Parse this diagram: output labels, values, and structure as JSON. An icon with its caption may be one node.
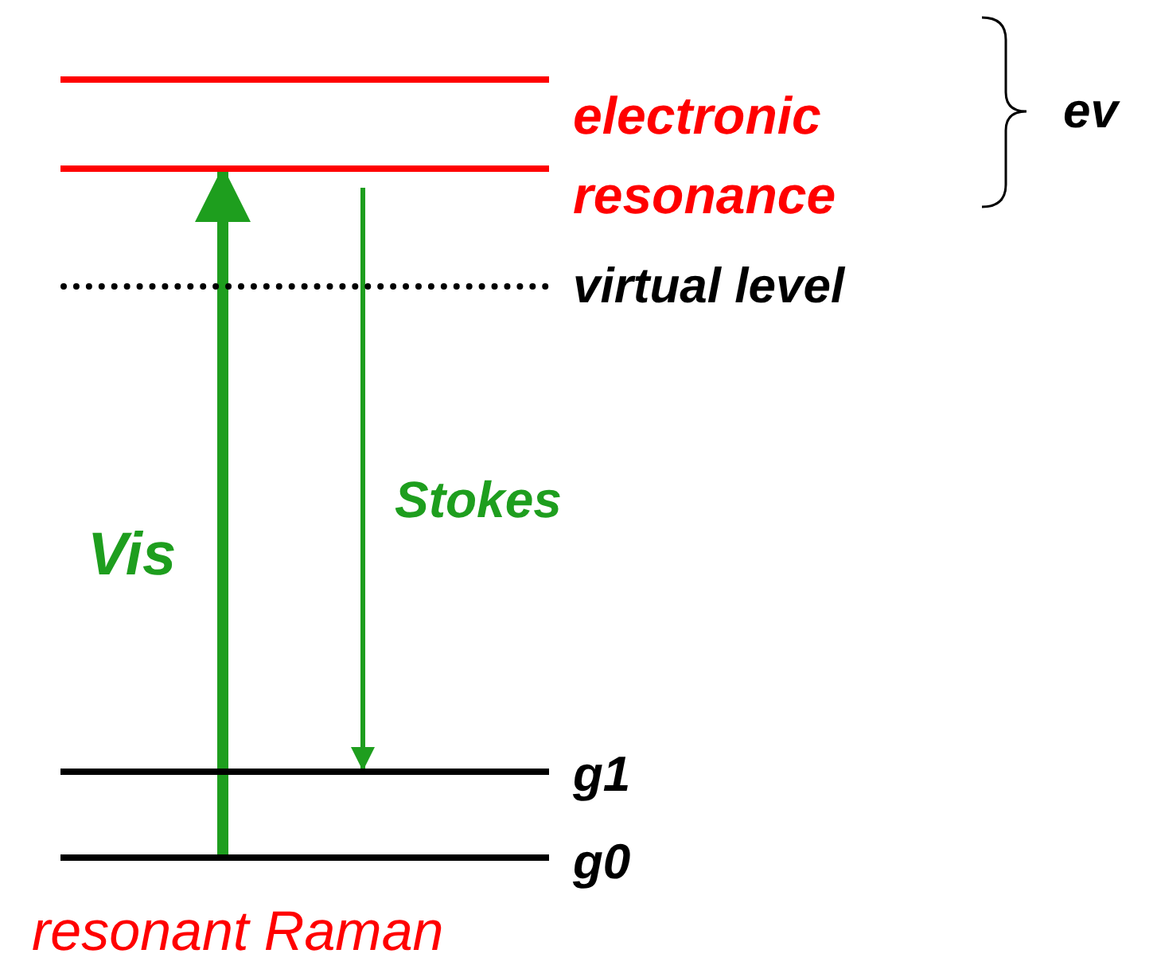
{
  "diagram": {
    "nodes": [
      {
        "text": [],
        "shape": "bar"
      },
      {
        "text": [],
        "shape": "bar"
      },
      {
        "text": [],
        "shape": "bar"
      },
      {
        "text": [],
        "shape": "bar"
      },
      {
        "text": [],
        "shape": "bar"
      }
    ],
    "edges": [
      {
        "from": 4,
        "to": 1,
        "arrow": "to",
        "label": "Vis",
        "style": "thick"
      },
      {
        "from": 1,
        "to": 3,
        "arrow": "to",
        "label": "Stokes"
      }
    ],
    "labels": [
      "electronic resonance",
      "ev",
      "virtual level",
      "g1",
      "g0",
      "resonant Raman"
    ]
  }
}
